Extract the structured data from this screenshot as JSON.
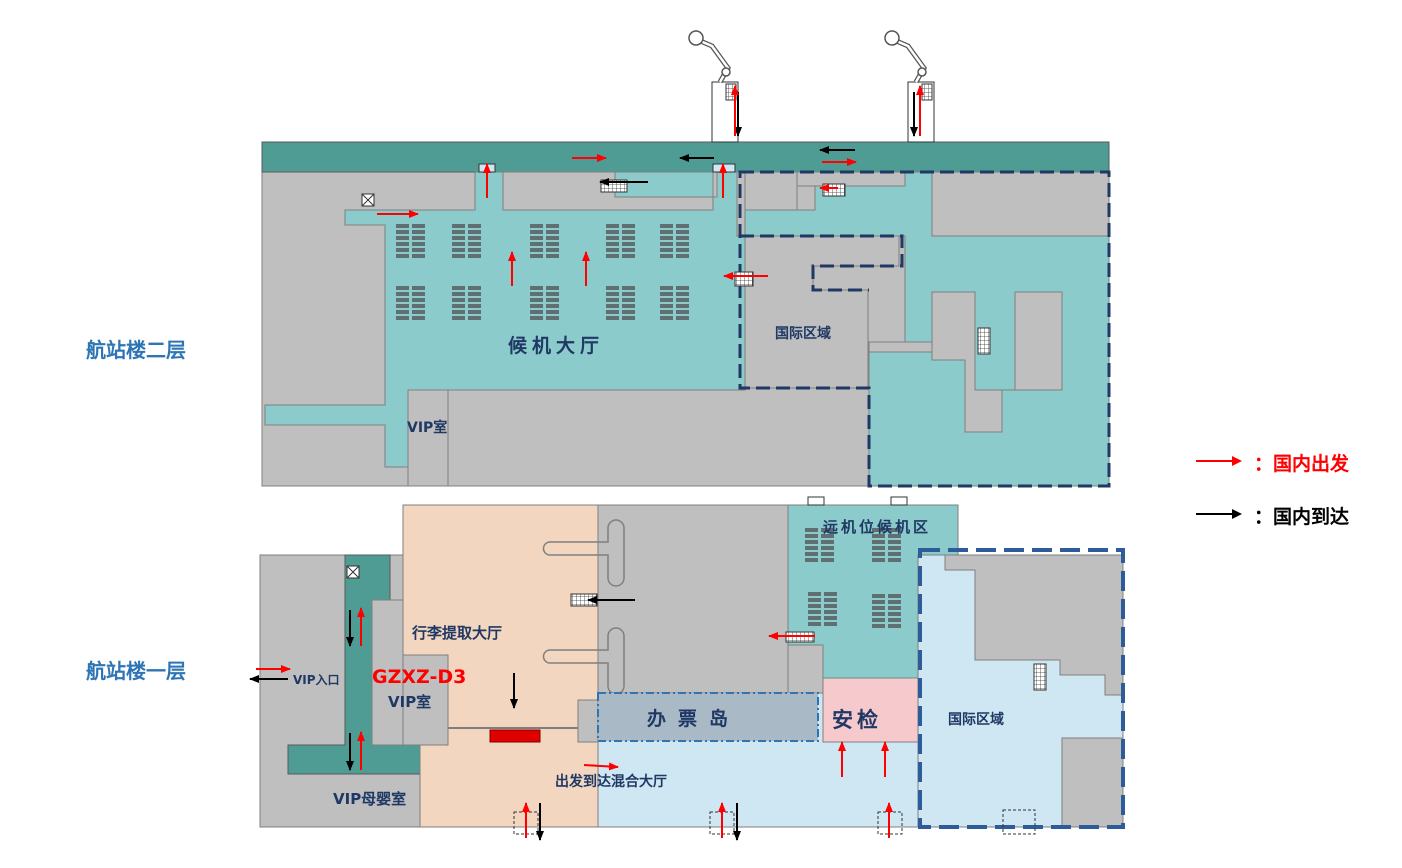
{
  "floors": {
    "upper": "航站楼二层",
    "lower": "航站楼一层"
  },
  "zones": {
    "waiting_hall": "候机大厅",
    "intl_upper": "国际区域",
    "vip_upper": "VIP室",
    "remote_waiting": "远机位候机区",
    "baggage_hall": "行李提取大厅",
    "vip_entrance": "VIP入口",
    "vip_lower": "VIP室",
    "vip_mother_baby": "VIP母婴室",
    "checkin_island": "办票岛",
    "security": "安检",
    "mixed_hall": "出发到达混合大厅",
    "intl_lower": "国际区域",
    "gate_code": "GZXZ-D3"
  },
  "legend": [
    {
      "label": "：国内出发",
      "color": "#ff0000"
    },
    {
      "label": "：国内到达",
      "color": "#000000"
    }
  ],
  "colors": {
    "corridor": "#4e9c94",
    "teal": "#8ccbcb",
    "gray": "#bfbfbf",
    "peach": "#f2d6bf",
    "light_blue": "#cfe7f2",
    "pink": "#f6c9cc",
    "checkin_gray": "#aab9c6",
    "intl_border": "#1f3864",
    "departure": "#ff0000",
    "arrival": "#000000",
    "marker": "#e00000"
  },
  "icons": [
    "elevator-icon",
    "escalator-icon",
    "seating-icon",
    "jet-bridge-icon",
    "door-icon"
  ]
}
